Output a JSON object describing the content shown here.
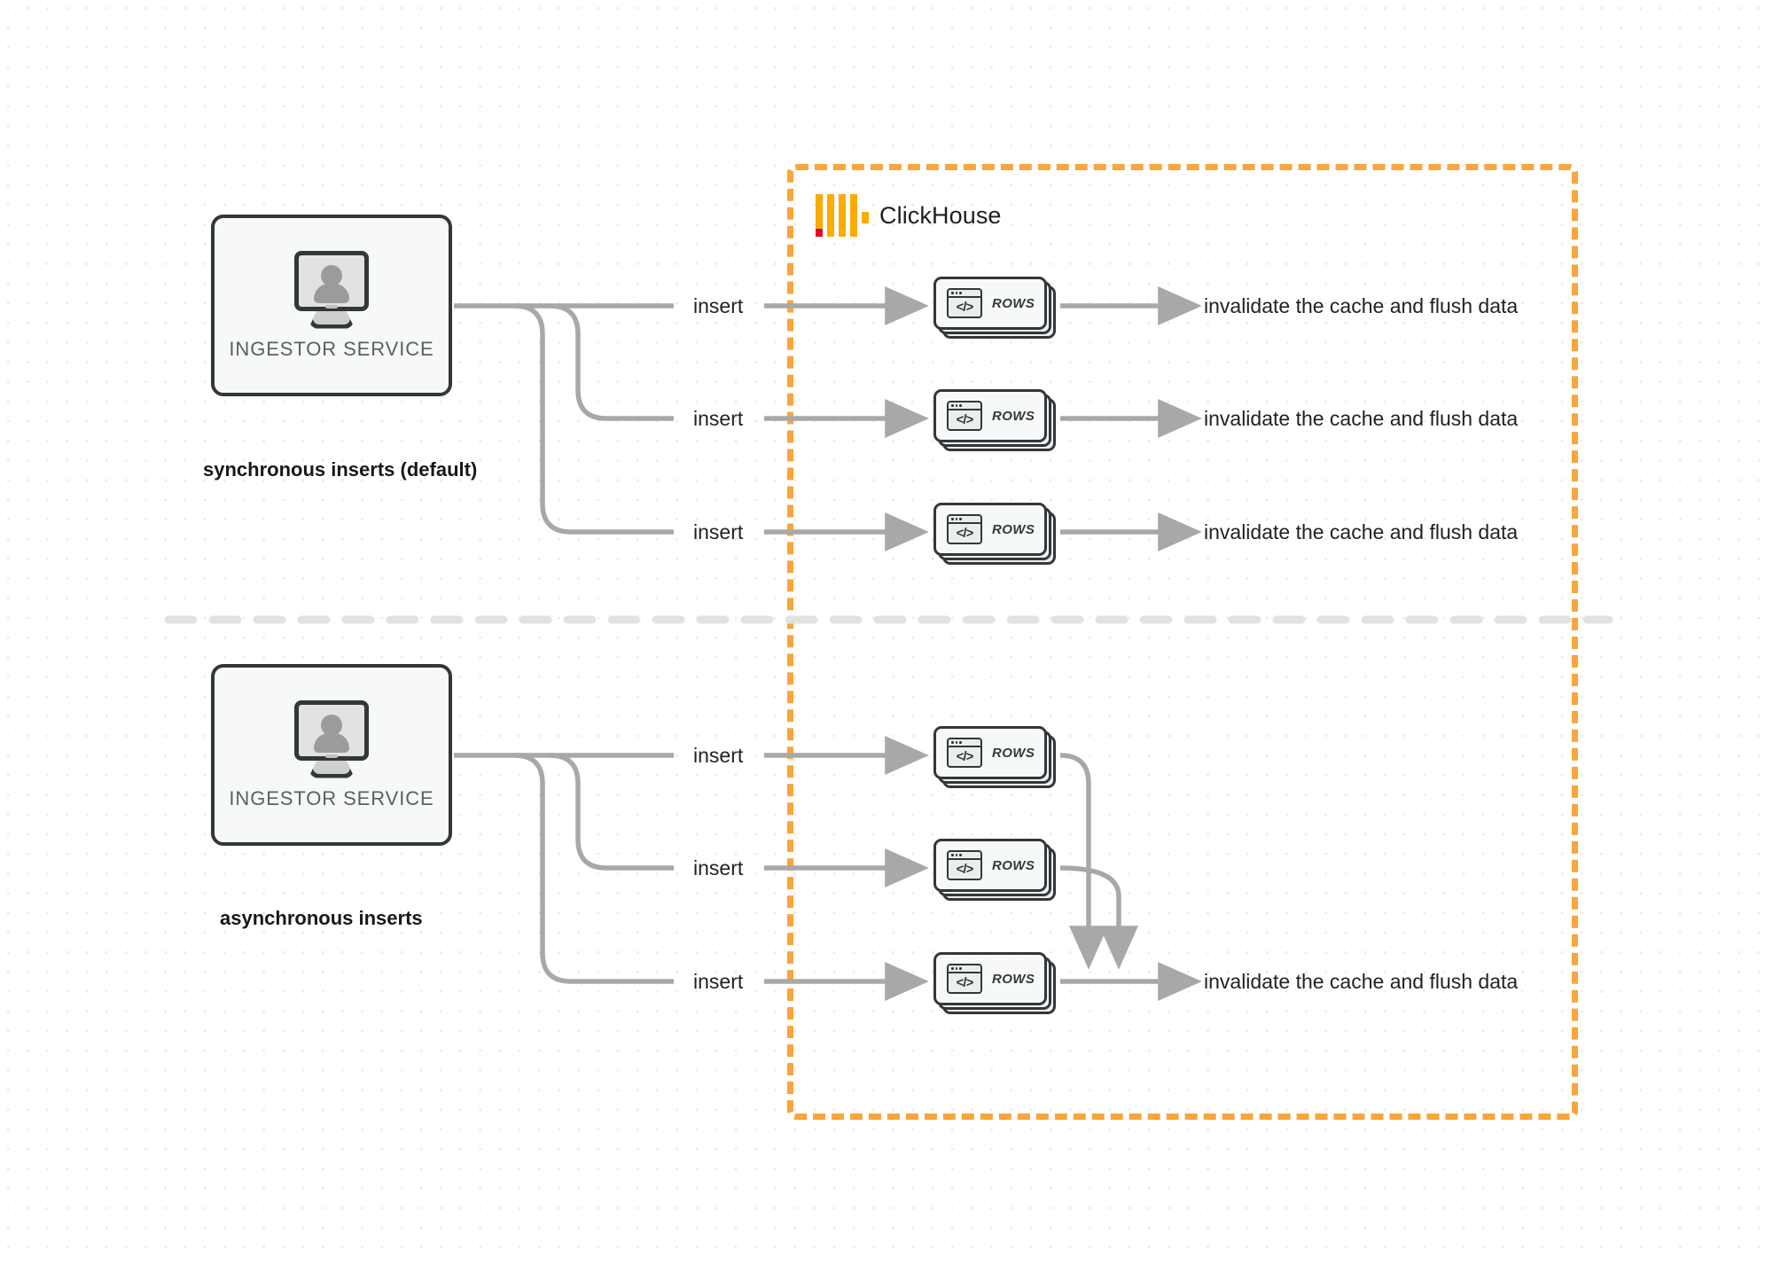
{
  "diagram": {
    "background": "dotted-grid",
    "divider": {
      "style": "dashed",
      "color": "#E2E2E2"
    }
  },
  "clickhouse": {
    "name": "ClickHouse",
    "border_color": "#F9A53B",
    "logo": {
      "bar_color": "#FAAB00",
      "accent_color": "#E8062C"
    }
  },
  "sections": [
    {
      "id": "sync",
      "caption": "synchronous inserts (default)",
      "ingestor": {
        "label": "INGESTOR SERVICE",
        "icon": "monitor-user-icon"
      },
      "branches": [
        {
          "insert_label": "insert",
          "node_label": "ROWS",
          "result_label": "invalidate the cache and flush data"
        },
        {
          "insert_label": "insert",
          "node_label": "ROWS",
          "result_label": "invalidate the cache and flush data"
        },
        {
          "insert_label": "insert",
          "node_label": "ROWS",
          "result_label": "invalidate the cache and flush data"
        }
      ]
    },
    {
      "id": "async",
      "caption": "asynchronous inserts",
      "ingestor": {
        "label": "INGESTOR SERVICE",
        "icon": "monitor-user-icon"
      },
      "branches": [
        {
          "insert_label": "insert",
          "node_label": "ROWS"
        },
        {
          "insert_label": "insert",
          "node_label": "ROWS"
        },
        {
          "insert_label": "insert",
          "node_label": "ROWS"
        }
      ],
      "merged_result_label": "invalidate the cache and flush data"
    }
  ]
}
